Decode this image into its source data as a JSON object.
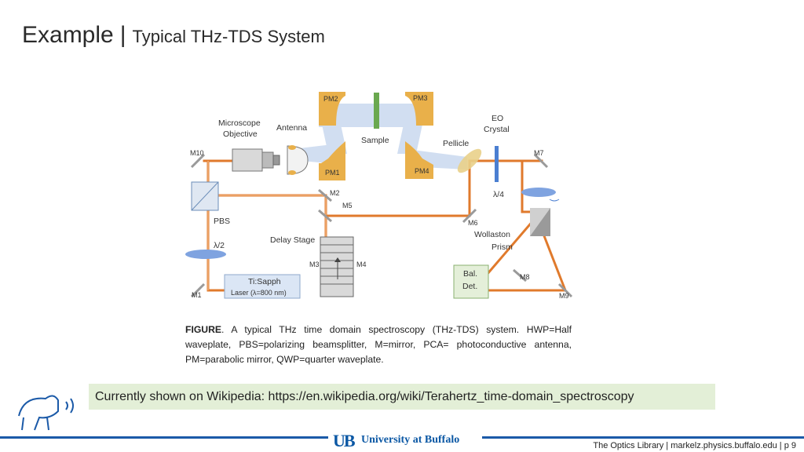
{
  "header": {
    "title": "Example",
    "separator": "|",
    "subtitle": "Typical THz-TDS System"
  },
  "diagram": {
    "labels": {
      "pm2": "PM2",
      "pm3": "PM3",
      "pm1": "PM1",
      "pm4": "PM4",
      "eo_line1": "EO",
      "eo_line2": "Crystal",
      "microscope_line1": "Microscope",
      "microscope_line2": "Objective",
      "antenna": "Antenna",
      "sample": "Sample",
      "pellicle": "Pellicle",
      "m10": "M10",
      "m7": "M7",
      "m2": "M2",
      "m5": "M5",
      "qwp": "λ/4",
      "pbs": "PBS",
      "m6": "M6",
      "wollaston_line1": "Wollaston",
      "wollaston_line2": "Prism",
      "delay_stage": "Delay Stage",
      "hwp": "λ/2",
      "m3": "M3",
      "m4": "M4",
      "bal_line1": "Bal.",
      "bal_line2": "Det.",
      "m8": "M8",
      "laser_line1": "Ti:Sapph",
      "laser_line2": "Laser (λ=800 nm)",
      "m1": "M1",
      "m9": "M9"
    },
    "colors": {
      "beam": "#e07a2c",
      "thz": "#c9d9ef",
      "mirror_gold": "#e9b04a",
      "eo": "#4b7fd1",
      "sample": "#6aa84f"
    }
  },
  "caption": {
    "bold": "FIGURE",
    "text": ". A typical THz time domain spectroscopy (THz-TDS) system. HWP=Half waveplate, PBS=polarizing beamsplitter, M=mirror, PCA= photoconductive antenna, PM=parabolic mirror, QWP=quarter waveplate."
  },
  "banner": {
    "text": "Currently shown on Wikipedia: https://en.wikipedia.org/wiki/Terahertz_time-domain_spectroscopy"
  },
  "footer": {
    "university": "University at Buffalo",
    "logo": "UB",
    "credit": "The Optics Library | markelz.physics.buffalo.edu | p 9"
  }
}
